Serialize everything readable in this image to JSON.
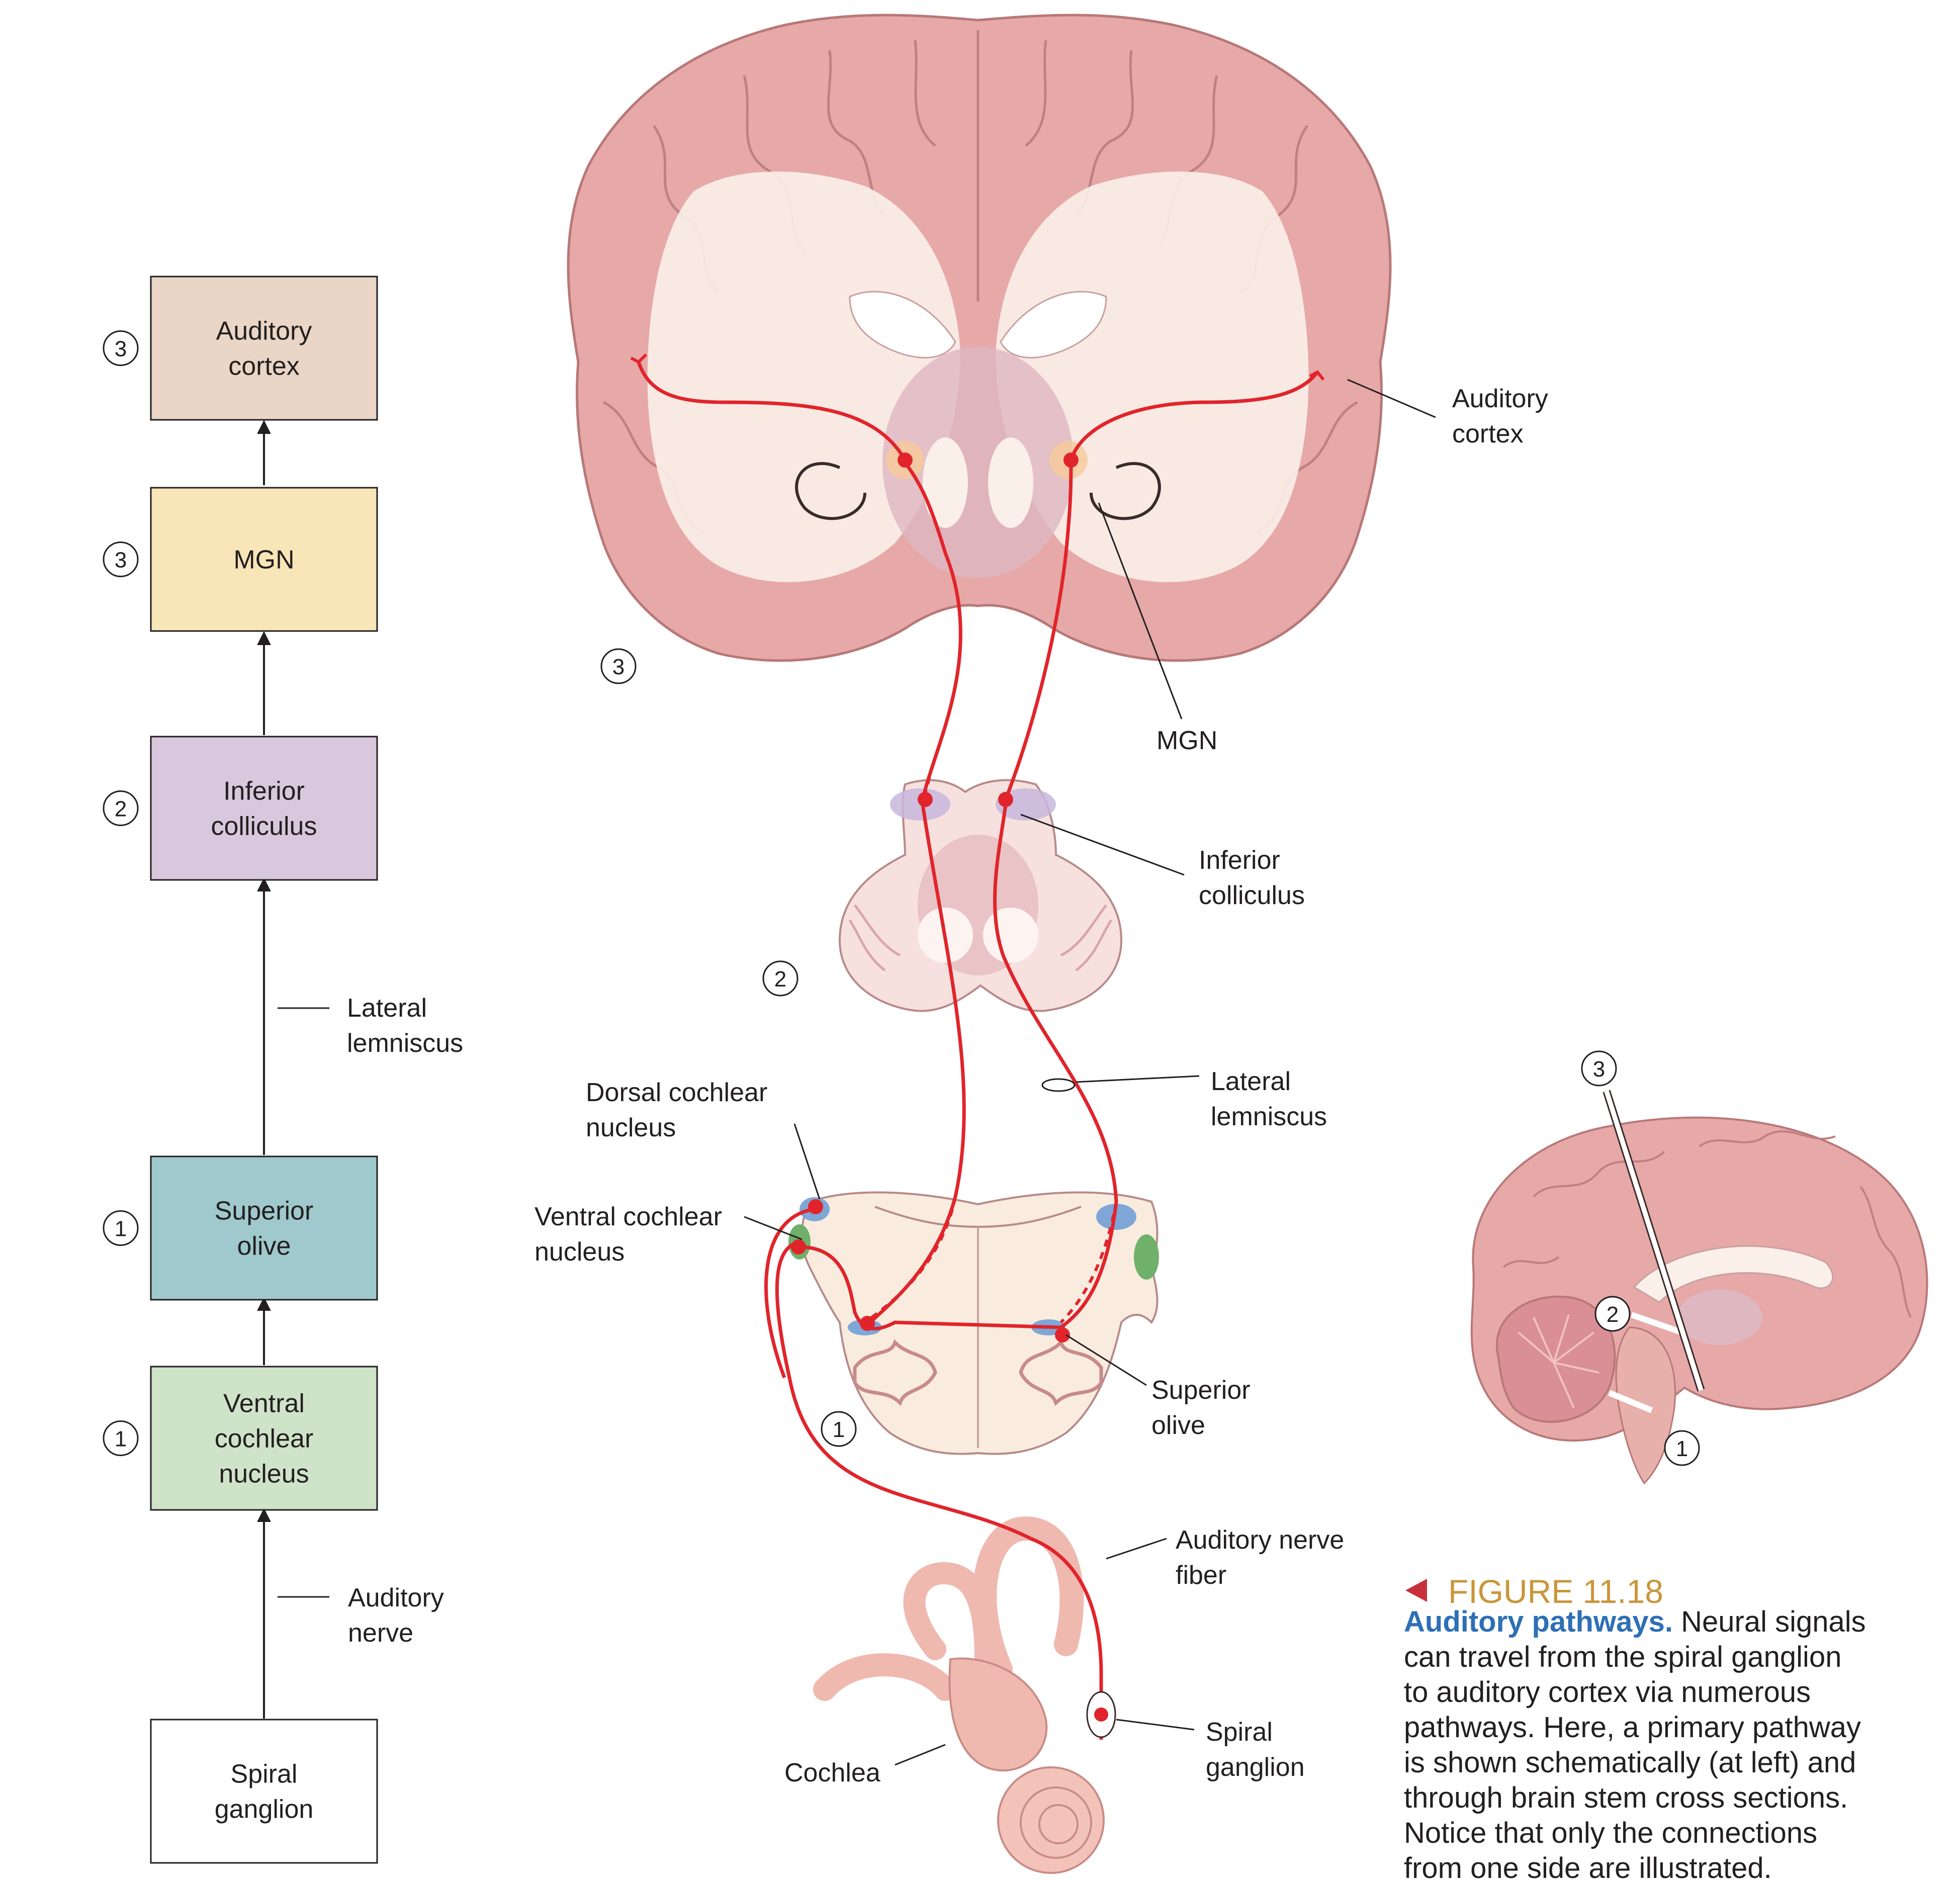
{
  "colors": {
    "auditory_cortex": "#ead6c6",
    "mgn": "#f9e6b8",
    "inferior_colliculus": "#d8c7dd",
    "superior_olive": "#9fc9cd",
    "ventral_cochlear_nucleus": "#cfe3c9",
    "spiral_ganglion": "#ffffff",
    "pathway": "#e1242b",
    "brain_pink": "#e7a8a8",
    "white_matter": "#fbefe9",
    "figure_number": "#c9963a",
    "caption_title": "#2e6fb5",
    "figure_arrow": "#c8313b"
  },
  "flowchart": {
    "boxes": [
      {
        "step": "3",
        "lines": [
          "Auditory",
          "cortex"
        ]
      },
      {
        "step": "3",
        "lines": [
          "MGN"
        ]
      },
      {
        "step": "2",
        "lines": [
          "Inferior",
          "colliculus"
        ]
      },
      {
        "step": "1",
        "lines": [
          "Superior",
          "olive"
        ]
      },
      {
        "step": "1",
        "lines": [
          "Ventral",
          "cochlear",
          "nucleus"
        ]
      },
      {
        "step": "",
        "lines": [
          "Spiral",
          "ganglion"
        ]
      }
    ],
    "connectors": {
      "lateral_lemniscus": [
        "Lateral",
        "lemniscus"
      ],
      "auditory_nerve": [
        "Auditory",
        "nerve"
      ]
    }
  },
  "anatomy": {
    "section_numbers": {
      "cortex": "3",
      "midbrain": "2",
      "medulla": "1"
    },
    "labels": {
      "auditory_cortex": [
        "Auditory",
        "cortex"
      ],
      "mgn": [
        "MGN"
      ],
      "inferior_colliculus": [
        "Inferior",
        "colliculus"
      ],
      "lateral_lemniscus": [
        "Lateral",
        "lemniscus"
      ],
      "dorsal_cochlear_nucleus": [
        "Dorsal cochlear",
        "nucleus"
      ],
      "ventral_cochlear_nucleus": [
        "Ventral cochlear",
        "nucleus"
      ],
      "superior_olive": [
        "Superior",
        "olive"
      ],
      "auditory_nerve_fiber": [
        "Auditory nerve",
        "fiber"
      ],
      "spiral_ganglion": [
        "Spiral",
        "ganglion"
      ],
      "cochlea": [
        "Cochlea"
      ]
    }
  },
  "inset": {
    "plane_numbers": [
      "3",
      "2",
      "1"
    ]
  },
  "caption": {
    "figure_number": "FIGURE 11.18",
    "title": "Auditory pathways.",
    "lines": [
      " Neural signals",
      "can travel from the spiral ganglion",
      "to auditory cortex via numerous",
      "pathways. Here, a primary pathway",
      "is shown schematically (at left) and",
      "through brain stem cross sections.",
      "Notice that only the connections",
      "from one side are illustrated."
    ]
  }
}
